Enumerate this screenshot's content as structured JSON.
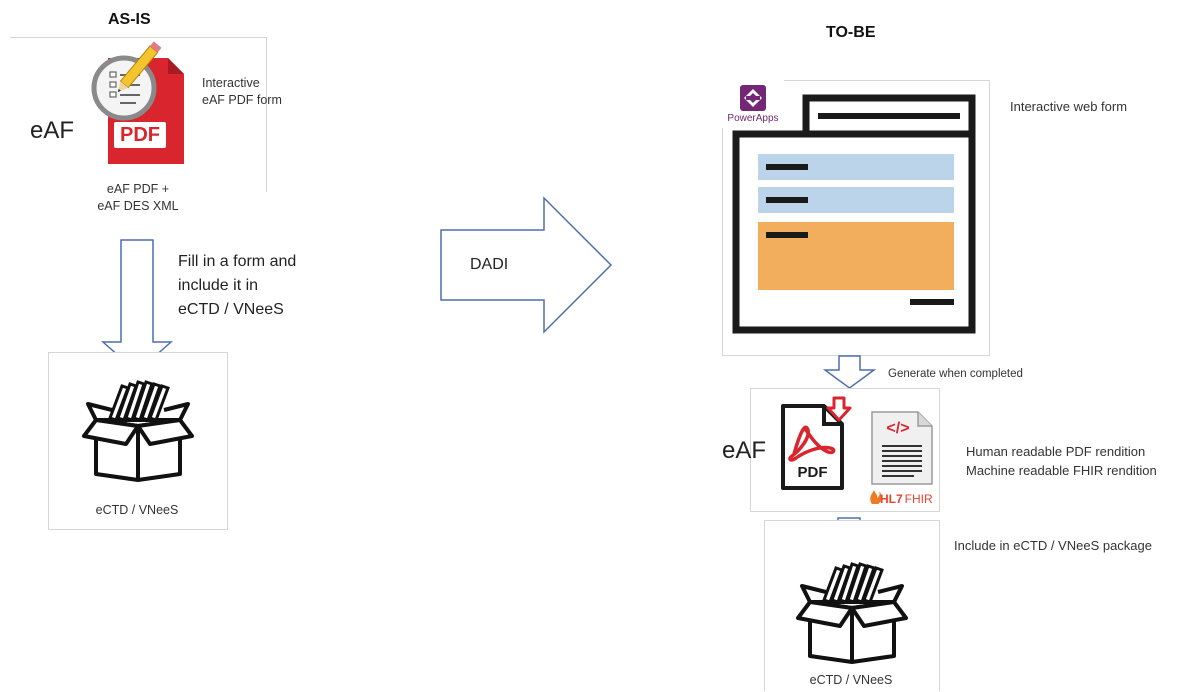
{
  "as_is": {
    "heading": "AS-IS",
    "eaf_label": "eAF",
    "pdf_badge": "PDF",
    "form_desc_line1": "Interactive",
    "form_desc_line2": "eAF PDF form",
    "caption_line1": "eAF PDF +",
    "caption_line2": "eAF DES XML",
    "arrow_text_line1": "Fill in a form and",
    "arrow_text_line2": "include it in",
    "arrow_text_line3": "eCTD / VNeeS",
    "box_label": "eCTD / VNeeS"
  },
  "transition": {
    "label": "DADI"
  },
  "to_be": {
    "heading": "TO-BE",
    "powerapps_label": "PowerApps",
    "web_form_desc": "Interactive web form",
    "generate_text": "Generate when completed",
    "eaf_label": "eAF",
    "pdf_label": "PDF",
    "code_label": "</>",
    "hl7_label": "HL7",
    "fhir_label": "FHIR",
    "renditions_line1": "Human readable PDF rendition",
    "renditions_line2": "Machine  readable FHIR rendition",
    "include_text": "Include in eCTD / VNeeS package",
    "box_label": "eCTD / VNeeS"
  },
  "colors": {
    "arrow_stroke": "#4f6fad",
    "pdf_red": "#d9262e",
    "form_blue": "#bcd4ea",
    "form_orange": "#f2ae5c",
    "powerapps_purple": "#742774",
    "hl7_red": "#e8432f"
  }
}
